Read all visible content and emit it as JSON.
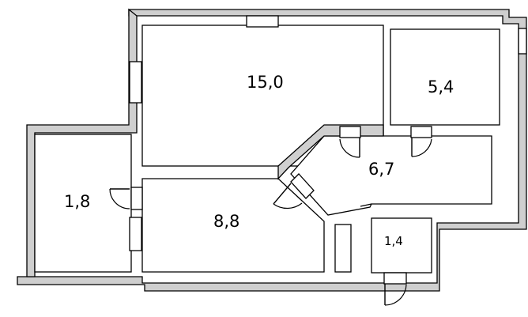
{
  "rooms": [
    {
      "id": "room-15",
      "area": "15,0"
    },
    {
      "id": "room-5-4",
      "area": "5,4"
    },
    {
      "id": "room-6-7",
      "area": "6,7"
    },
    {
      "id": "room-1-8",
      "area": "1,8"
    },
    {
      "id": "room-8-8",
      "area": "8,8"
    },
    {
      "id": "room-1-4",
      "area": "1,4"
    }
  ]
}
